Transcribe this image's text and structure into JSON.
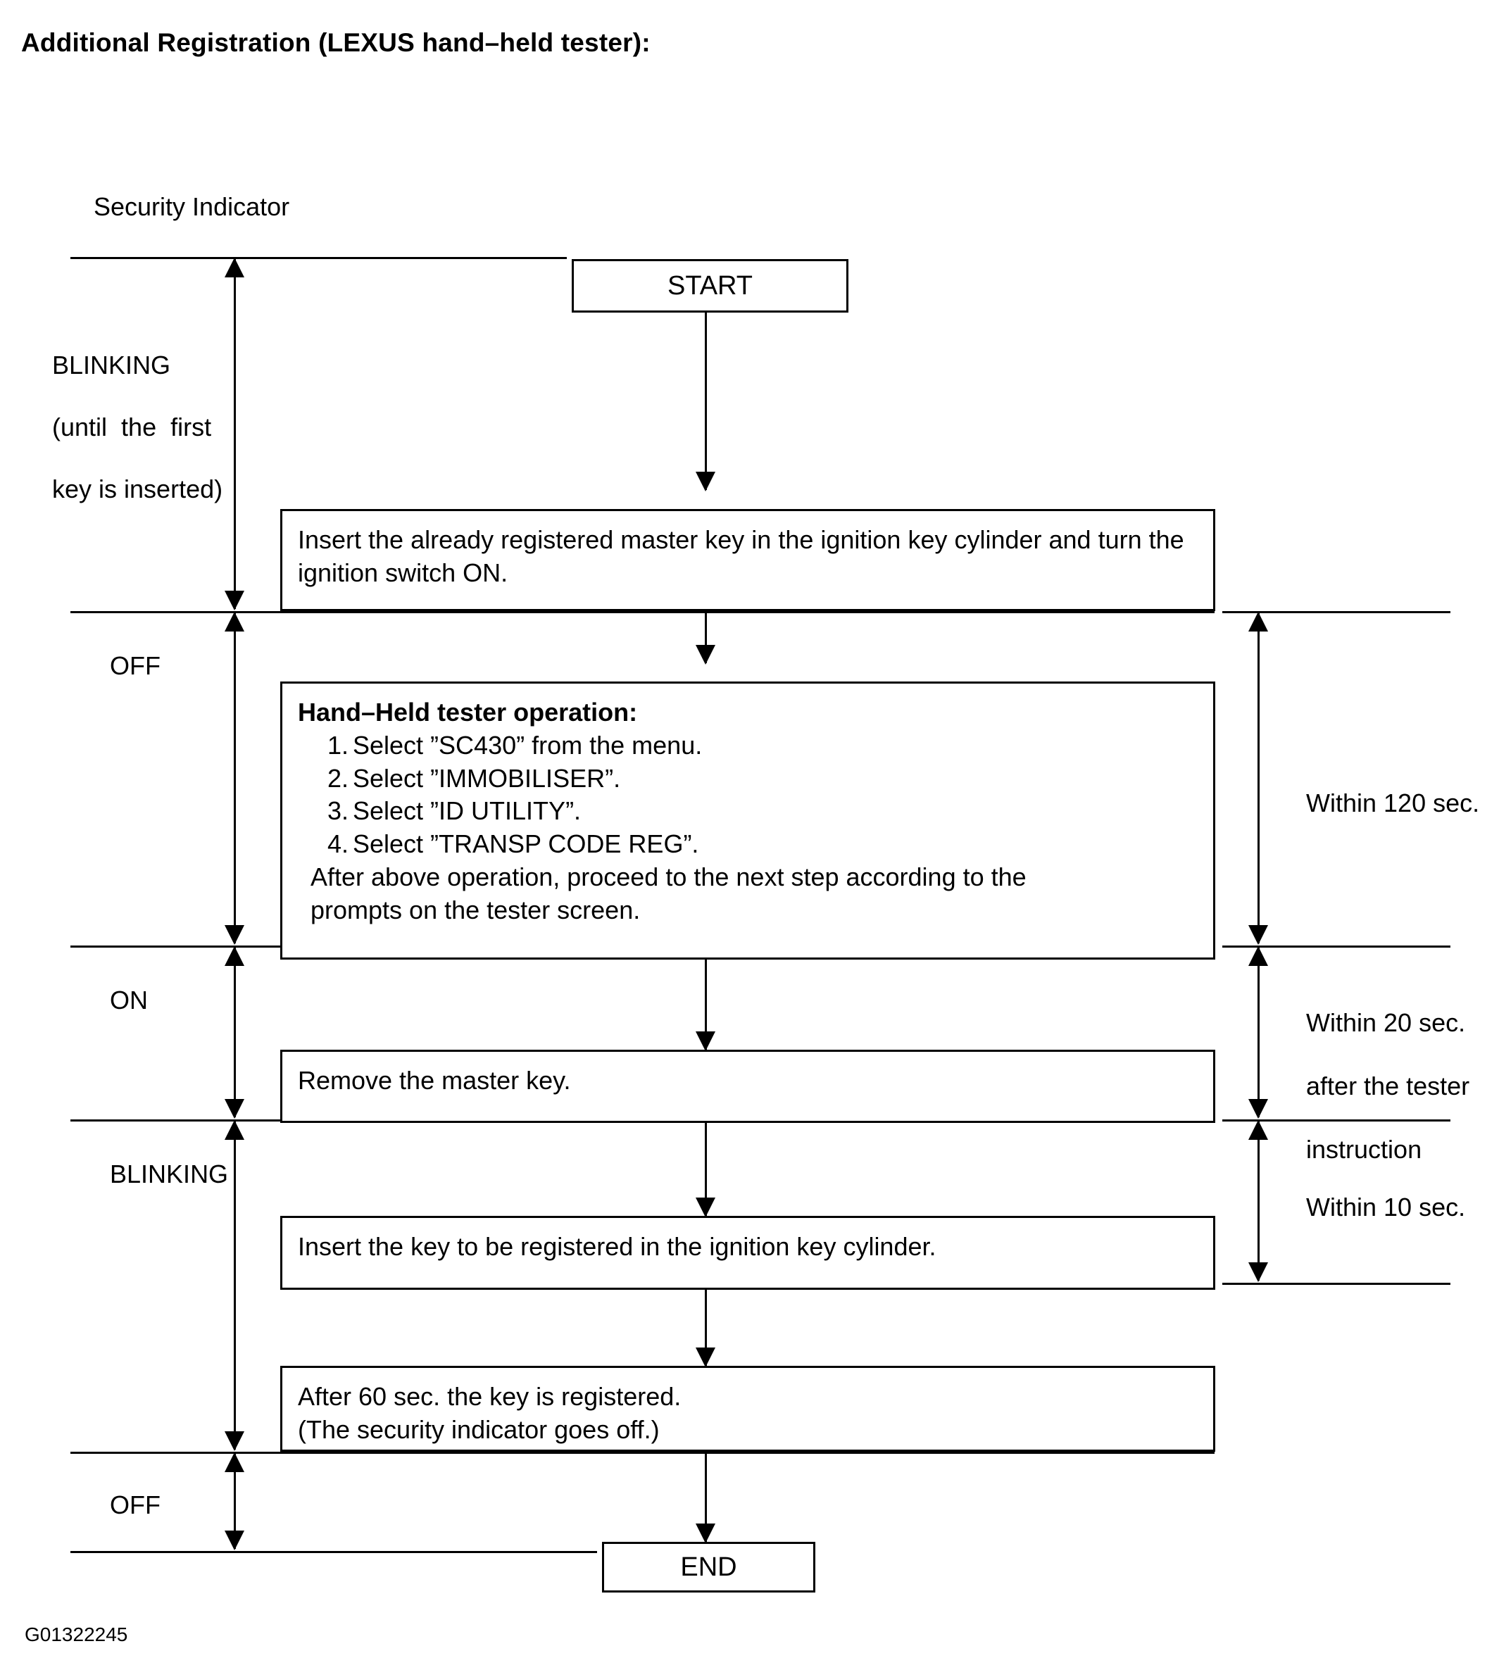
{
  "title": "Additional Registration (LEXUS hand–held tester):",
  "figure_code": "G01322245",
  "indicator_axis_label": "Security Indicator",
  "flow": {
    "start_label": "START",
    "end_label": "END",
    "step1": "Insert the already registered master key in the ignition key cylinder and turn the ignition switch ON.",
    "step2": {
      "header": "Hand–Held tester operation:",
      "items": [
        {
          "num": "1.",
          "text": "Select ”SC430” from the menu."
        },
        {
          "num": "2.",
          "text": "Select ”IMMOBILISER”."
        },
        {
          "num": "3.",
          "text": "Select ”ID UTILITY”."
        },
        {
          "num": "4.",
          "text": "Select ”TRANSP CODE REG”."
        }
      ],
      "tail_line1": "After above operation, proceed to the next step according to the",
      "tail_line2": "prompts on the tester screen."
    },
    "step3": "Remove the master key.",
    "step4": "Insert the key to be registered in the ignition key cylinder.",
    "step5_line1": "After 60 sec. the key is registered.",
    "step5_line2": "(The security indicator goes off.)"
  },
  "indicator_states": [
    {
      "name": "blinking_first",
      "line1": "BLINKING",
      "line2": "(until  the  first",
      "line3": "key is inserted)"
    },
    {
      "name": "off_1",
      "line1": "OFF"
    },
    {
      "name": "on_1",
      "line1": "ON"
    },
    {
      "name": "blinking_2",
      "line1": "BLINKING"
    },
    {
      "name": "off_2",
      "line1": "OFF"
    }
  ],
  "timing_notes": [
    {
      "name": "within-120-sec",
      "line1": "Within 120 sec."
    },
    {
      "name": "within-20-sec",
      "line1": "Within 20 sec.",
      "line2": "after the tester",
      "line3": "instruction"
    },
    {
      "name": "within-10-sec",
      "line1": "Within 10 sec."
    }
  ],
  "colors": {
    "ink": "#000000",
    "paper": "#ffffff"
  }
}
